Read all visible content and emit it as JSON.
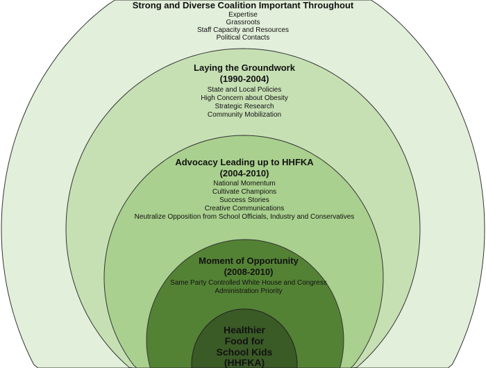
{
  "rings": [
    {
      "title": "Strong and Diverse Coalition Important Throughout",
      "subtitle": "",
      "items": [
        "Expertise",
        "Grassroots",
        "Staff Capacity and Resources",
        "Political Contacts"
      ],
      "color": "#e2efda"
    },
    {
      "title": "Laying the Groundwork",
      "subtitle": "(1990-2004)",
      "items": [
        "State and Local Policies",
        "High Concern about Obesity",
        "Strategic Research",
        "Community Mobilization"
      ],
      "color": "#c6e0b4"
    },
    {
      "title": "Advocacy Leading up to HHFKA",
      "subtitle": "(2004-2010)",
      "items": [
        "National Momentum",
        "Cultivate Champions",
        "Success Stories",
        "Creative Communications",
        "Neutralize Opposition from School Officials, Industry and Conservatives"
      ],
      "color": "#a9d08e"
    },
    {
      "title": "Moment of Opportunity",
      "subtitle": "(2008-2010)",
      "items": [
        "Same Party Controlled White House and Congress",
        "Administration Priority"
      ],
      "color": "#548235"
    }
  ],
  "center": {
    "lines": [
      "Healthier",
      "Food for",
      "School Kids",
      "(HHFKA)"
    ],
    "color": "#3a5a26"
  }
}
